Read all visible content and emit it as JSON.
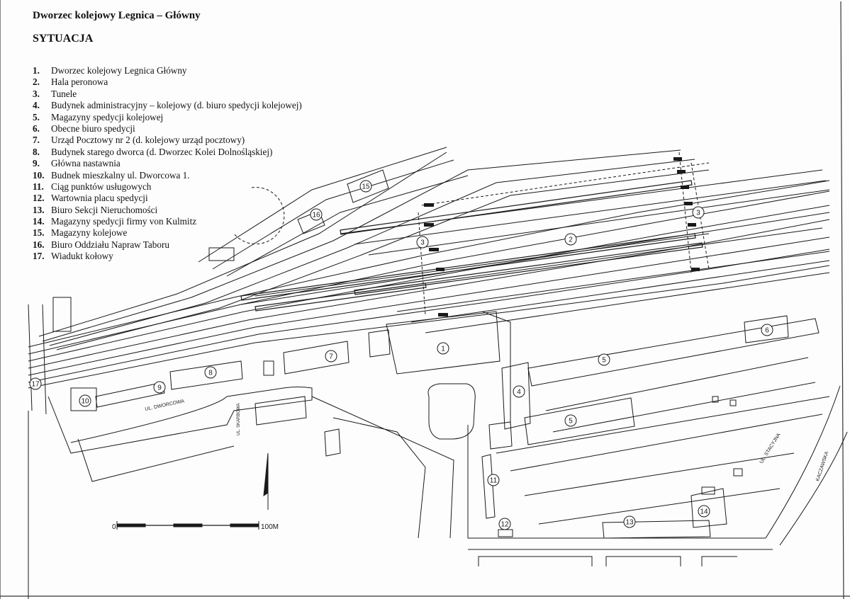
{
  "header": {
    "title": "Dworzec kolejowy Legnica – Główny",
    "subtitle": "SYTUACJA"
  },
  "legend": [
    {
      "num": "1.",
      "label": "Dworzec kolejowy Legnica Główny"
    },
    {
      "num": "2.",
      "label": "Hala peronowa"
    },
    {
      "num": "3.",
      "label": "Tunele"
    },
    {
      "num": "4.",
      "label": "Budynek administracyjny – kolejowy (d. biuro spedycji kolejowej)"
    },
    {
      "num": "5.",
      "label": "Magazyny spedycji kolejowej"
    },
    {
      "num": "6.",
      "label": "Obecne biuro spedycji"
    },
    {
      "num": "7.",
      "label": "Urząd Pocztowy nr 2 (d. kolejowy urząd pocztowy)"
    },
    {
      "num": "8.",
      "label": "Budynek starego dworca (d. Dworzec Kolei Dolnośląskiej)"
    },
    {
      "num": "9.",
      "label": "Główna nastawnia"
    },
    {
      "num": "10.",
      "label": "Budnek mieszkalny ul. Dworcowa 1."
    },
    {
      "num": "11.",
      "label": "Ciąg punktów usługowych"
    },
    {
      "num": "12.",
      "label": "Wartownia placu spedycji"
    },
    {
      "num": "13.",
      "label": "Biuro Sekcji Nieruchomości"
    },
    {
      "num": "14.",
      "label": "Magazyny spedycji firmy von Kulmitz"
    },
    {
      "num": "15.",
      "label": "Magazyny kolejowe"
    },
    {
      "num": "16.",
      "label": "Biuro Oddziału Napraw Taboru"
    },
    {
      "num": "17.",
      "label": "Wiadukt kołowy"
    }
  ],
  "map": {
    "markers": [
      "1",
      "2",
      "3",
      "3",
      "4",
      "5",
      "5",
      "6",
      "7",
      "8",
      "9",
      "10",
      "11",
      "12",
      "13",
      "14",
      "15",
      "16",
      "17"
    ],
    "street_labels": {
      "dworcowa": "UL. DWORCOWA",
      "skarbowa": "UL. SKARBOWA",
      "stacyjna": "UL. STACYJNA",
      "kaczawska": "KACZAWSKA"
    },
    "scale_bar": {
      "start": "0",
      "end": "100M"
    }
  },
  "colors": {
    "ink": "#1a1a1a",
    "paper": "#fdfdfd"
  }
}
